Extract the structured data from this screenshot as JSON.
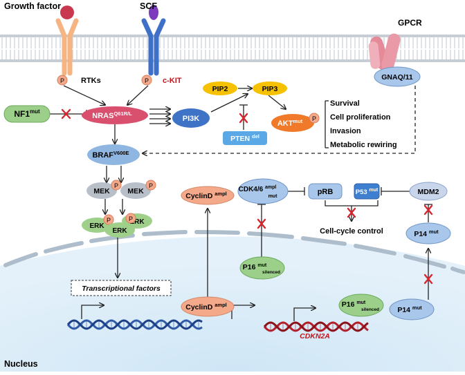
{
  "labels": {
    "growth_factor": "Growth factor",
    "scf": "SCF",
    "gpcr": "GPCR",
    "rtks": "RTKs",
    "ckit": "c-KIT",
    "gnaq": "GNAQ/11",
    "p": "P",
    "nucleus": "Nucleus",
    "cdkn2a": "CDKN2A"
  },
  "nodes": {
    "nf1": {
      "base": "NF1",
      "sup": "mut"
    },
    "nras": {
      "base": "NRAS",
      "sup": "Q61R/L"
    },
    "pi3k": {
      "base": "PI3K"
    },
    "pip2": {
      "base": "PIP2"
    },
    "pip3": {
      "base": "PIP3"
    },
    "pten": {
      "base": "PTEN ",
      "sup": "del"
    },
    "akt": {
      "base": "AKT",
      "sup": "mut"
    },
    "braf": {
      "base": "BRAF",
      "sup": "V600E"
    },
    "mek1": {
      "base": "MEK"
    },
    "mek2": {
      "base": "MEK"
    },
    "erk1": {
      "base": "ERK"
    },
    "erk2": {
      "base": "ERK"
    },
    "erk3": {
      "base": "ERK"
    },
    "cyclind_top": {
      "base": "CyclinD ",
      "sup": "ampl"
    },
    "cdk46": {
      "base": "CDK4/6 ",
      "sup1": "ampl",
      "sup2": "mut"
    },
    "prb": {
      "base": "pRB"
    },
    "p53": {
      "base": "P53 ",
      "sup": "mut"
    },
    "mdm2": {
      "base": "MDM2"
    },
    "p14_top": {
      "base": "P14 ",
      "sup": "mut"
    },
    "p16_top": {
      "base": "P16 ",
      "sup1": "mut",
      "sup2": "silenced"
    },
    "cyclind_bottom": {
      "base": "CyclinD ",
      "sup": "ampl"
    },
    "p16_bottom": {
      "base": "P16 ",
      "sup1": "mut",
      "sup2": "silenced"
    },
    "p14_bottom": {
      "base": "P14 ",
      "sup": "mut"
    }
  },
  "outcomes": [
    "Survival",
    "Cell proliferation",
    "Invasion",
    "Metabolic rewiring"
  ],
  "transcription_box": "Transcriptional factors",
  "cell_cycle_control": "Cell-cycle control",
  "colors": {
    "nras": "#d9506e",
    "nf1": "#9cd08a",
    "pi3k": "#3f73c6",
    "pip": "#f6c200",
    "pten": "#5aa8e6",
    "akt": "#f07a2a",
    "braf": "#8fb6e0",
    "mek": "#b8bfc9",
    "erk": "#9fd08a",
    "cyclind": "#f4a98a",
    "cdk": "#a8c7ea",
    "mdm2": "#c9d5ea",
    "p14": "#a8c7ea",
    "p16": "#9cd08a",
    "inhibit_x": "#d8262e",
    "receptor_orange": "#f5b482",
    "receptor_blue": "#3d70c6",
    "ligand_red": "#c8394f",
    "ligand_purple": "#7c3bbd",
    "gpcr": "#e58a98",
    "ckit_text": "#c0161b",
    "cdkn2a_text": "#c0161b"
  }
}
